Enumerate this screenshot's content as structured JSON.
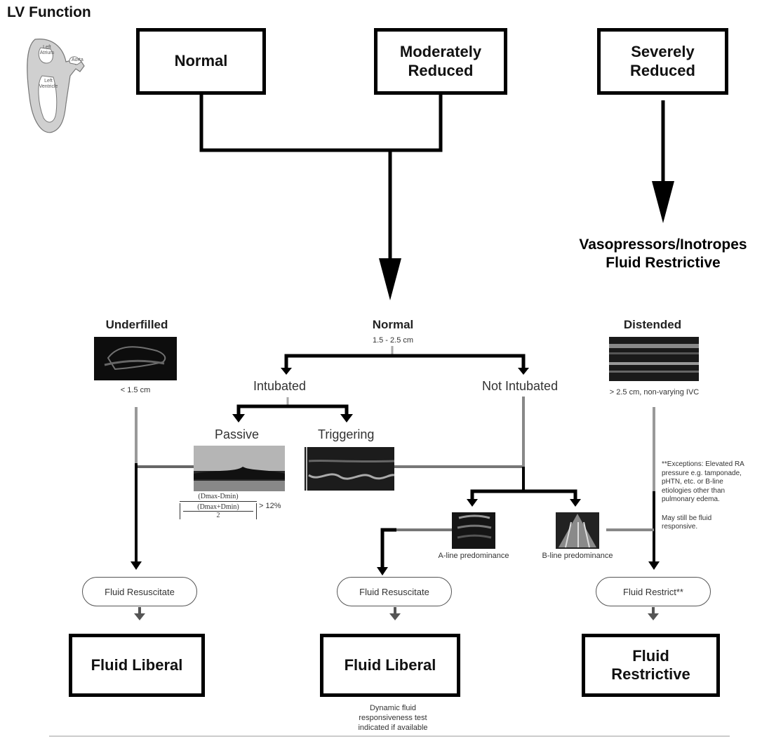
{
  "title": "LV Function",
  "heart_labels": {
    "left_atrium": "Left Atrium",
    "aorta": "Aorta",
    "left_ventricle": "Left Ventricle"
  },
  "top_boxes": {
    "normal": "Normal",
    "moderately_reduced": "Moderately Reduced",
    "severely_reduced": "Severely Reduced"
  },
  "severe_outcome": {
    "line1": "Vasopressors/Inotropes",
    "line2": "Fluid Restrictive"
  },
  "ivc": {
    "underfilled": {
      "label": "Underfilled",
      "measure": "< 1.5 cm"
    },
    "normal": {
      "label": "Normal",
      "measure": "1.5 - 2.5 cm"
    },
    "distended": {
      "label": "Distended",
      "measure": "> 2.5 cm, non-varying IVC"
    }
  },
  "ventilation": {
    "intubated": "Intubated",
    "not_intubated": "Not Intubated",
    "passive": "Passive",
    "triggering": "Triggering"
  },
  "formula": {
    "numerator": "(Dmax-Dmin)",
    "denominator_num": "(Dmax+Dmin)",
    "denominator_den": "2",
    "threshold": "> 12%"
  },
  "lung": {
    "a_line": "A-line predominance",
    "b_line": "B-line predominance"
  },
  "exceptions_note": "**Exceptions: Elevated RA pressure e.g. tamponade, pHTN, etc. or B-line etiologies other than pulmonary edema.",
  "responsive_note": "May still be fluid responsive.",
  "actions": {
    "resuscitate_left": "Fluid Resuscitate",
    "resuscitate_mid": "Fluid Resuscitate",
    "restrict": "Fluid Restrict**"
  },
  "outcomes": {
    "liberal_left": "Fluid Liberal",
    "liberal_mid": "Fluid Liberal",
    "restrictive": "Fluid Restrictive"
  },
  "dynamic_note": "Dynamic fluid responsiveness test indicated if available",
  "colors": {
    "line": "#000000",
    "gray_line": "#888888",
    "image_dark": "#1a1a1a"
  }
}
